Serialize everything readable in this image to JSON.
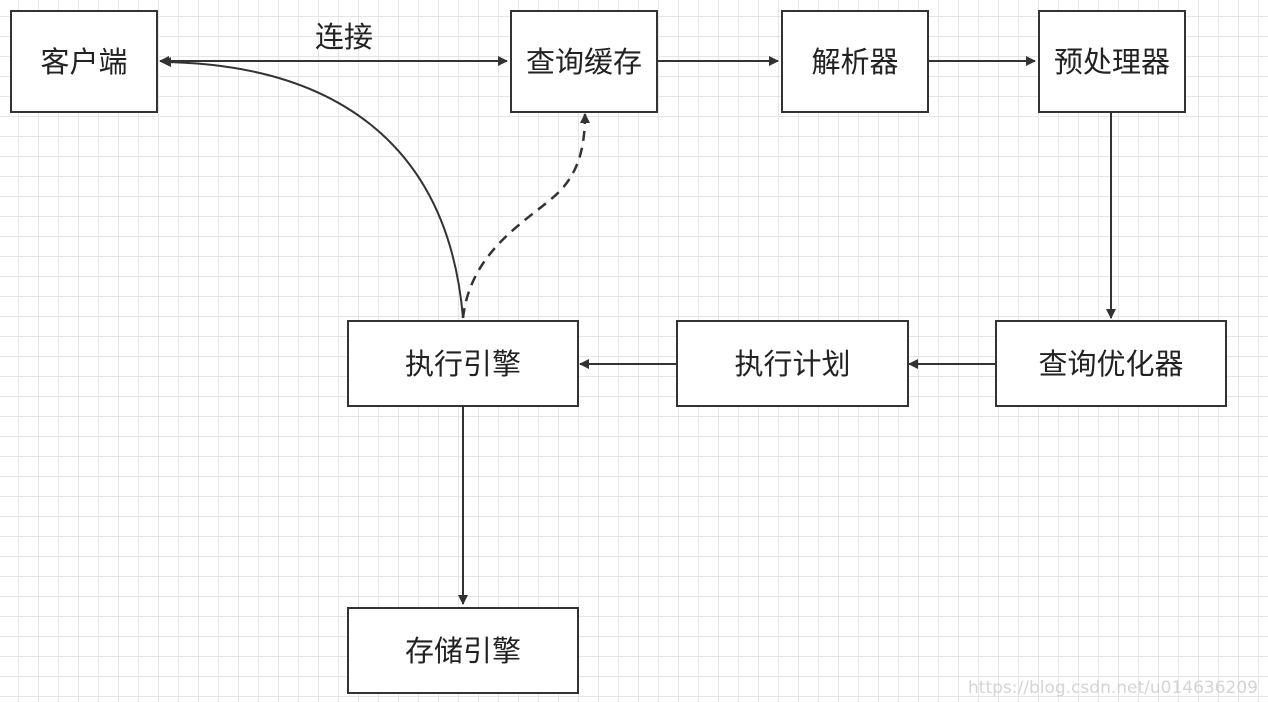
{
  "nodes": {
    "client": "客户端",
    "query_cache": "查询缓存",
    "parser": "解析器",
    "preprocessor": "预处理器",
    "optimizer": "查询优化器",
    "execution_plan": "执行计划",
    "execution_engine": "执行引擎",
    "storage_engine": "存储引擎"
  },
  "edge_labels": {
    "connect": "连接"
  },
  "watermark": "https://blog.csdn.net/u014636209",
  "colors": {
    "line": "#333333",
    "grid": "#e6e6e6",
    "background": "#ffffff"
  }
}
